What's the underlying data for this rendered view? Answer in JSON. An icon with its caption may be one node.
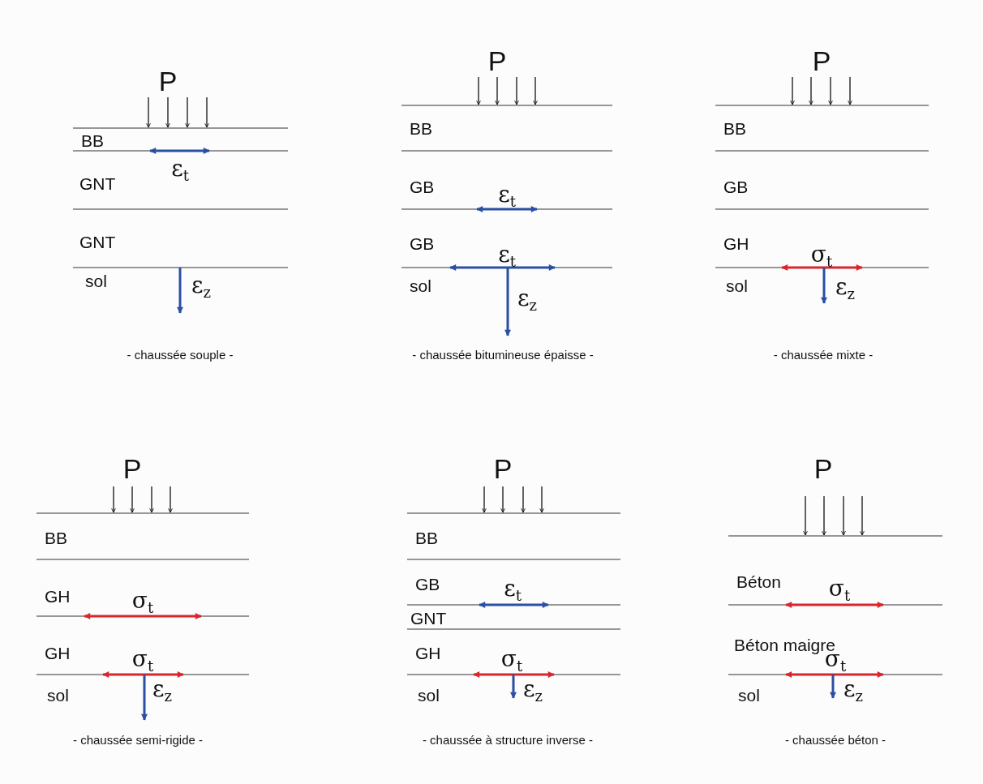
{
  "diagram": {
    "labels": [
      "P",
      "BB",
      "ε$_{t}$",
      "GNT",
      "GNT",
      "sol",
      "ε$_{z}$",
      "- chaussée souple -",
      "P",
      "BB",
      "GB",
      "ε$_{t}$",
      "GB",
      "ε$_{t}$",
      "sol",
      "ε$_{z}$",
      "- chaussée bitumineuse épaisse -",
      "P",
      "BB",
      "GB",
      "GH",
      "σ$_{t}$",
      "sol",
      "ε$_{z}$",
      "- chaussée mixte -",
      "P",
      "BB",
      "GH",
      "σ$_{t}$",
      "GH",
      "σ$_{t}$",
      "sol",
      "ε$_{z}$",
      "- chaussée semi-rigide -",
      "P",
      "BB",
      "GB",
      "ε$_{t}$",
      "GNT",
      "GH",
      "σ$_{t}$",
      "sol",
      "ε$_{z}$",
      "- chaussée à structure inverse -",
      "P",
      "Béton",
      "σ$_{t}$",
      "Béton maigre",
      "σ$_{t}$",
      "sol",
      "ε$_{z}$",
      "- chaussée béton -"
    ]
  }
}
